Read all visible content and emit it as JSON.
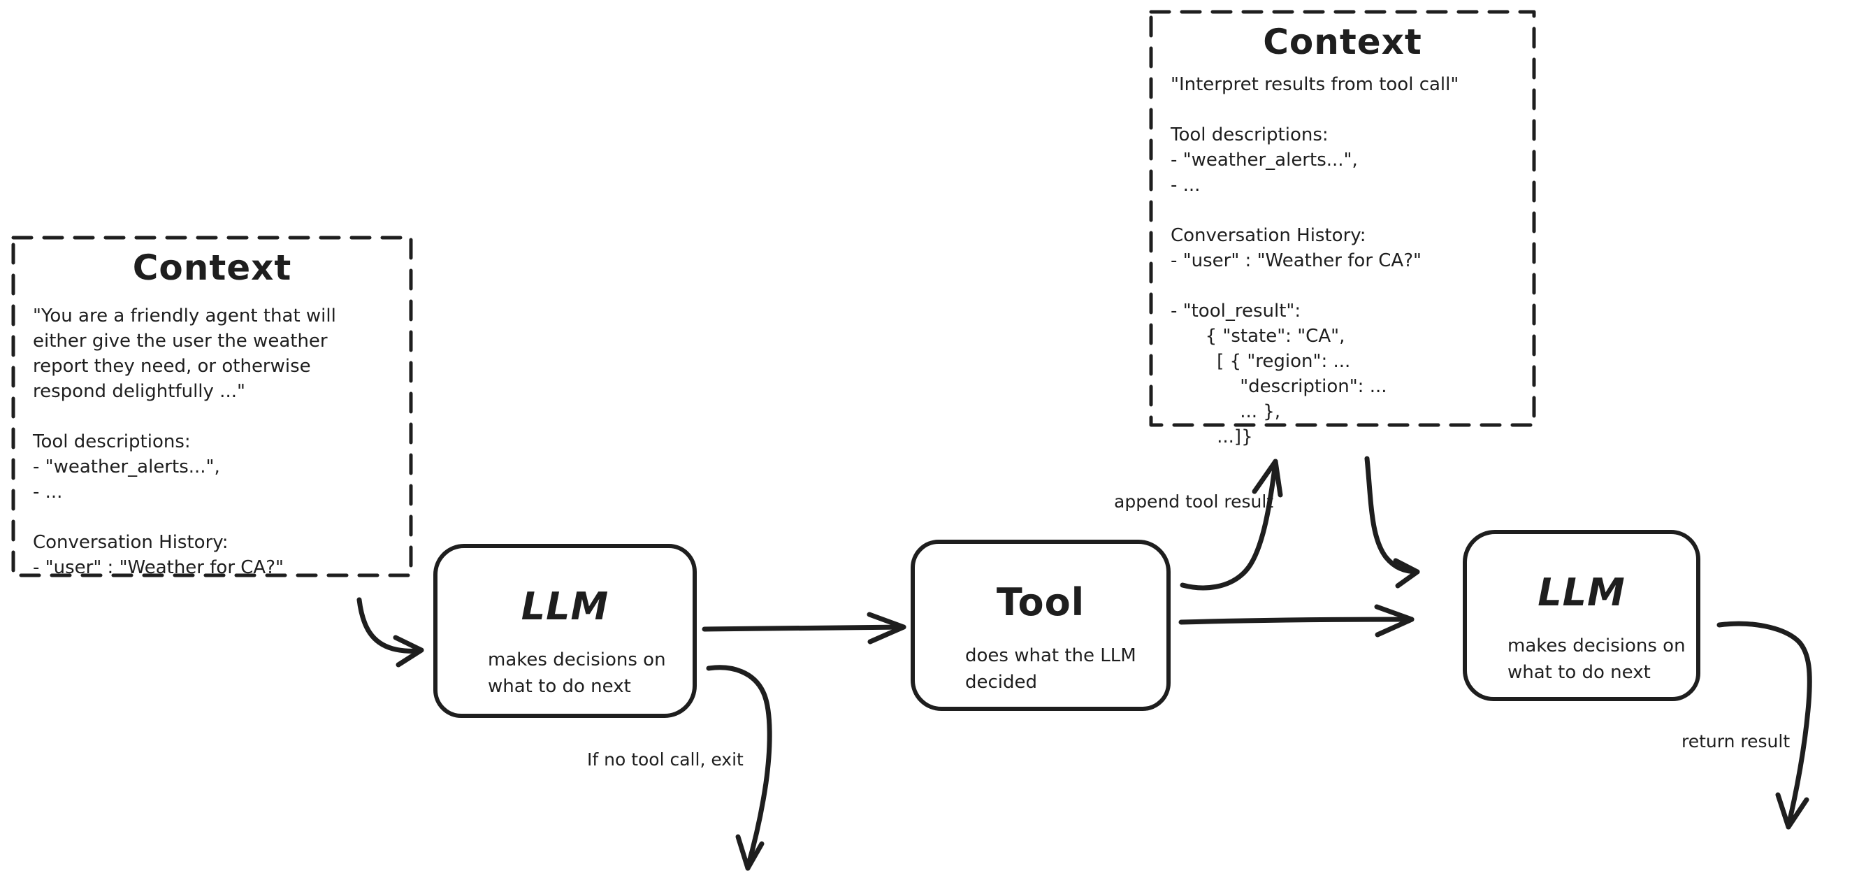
{
  "diagram": {
    "ink_color": "#1e1e1e",
    "background_color": "#ffffff"
  },
  "context_left": {
    "title": "Context",
    "lines": [
      "\"You are a friendly agent that will",
      "either give the user the weather",
      "report they need, or otherwise",
      "respond delightfully ...\"",
      "",
      "Tool descriptions:",
      "- \"weather_alerts...\",",
      "- ...",
      "",
      "Conversation History:",
      "- \"user\" : \"Weather for CA?\""
    ]
  },
  "context_right": {
    "title": "Context",
    "lines": [
      "\"Interpret results from tool call\"",
      "",
      "Tool descriptions:",
      "- \"weather_alerts...\",",
      "- ...",
      "",
      "Conversation History:",
      "- \"user\" : \"Weather for CA?\"",
      "",
      "- \"tool_result\":",
      "      { \"state\": \"CA\",",
      "        [ { \"region\": ...",
      "            \"description\": ...",
      "            ... },",
      "        ...]}"
    ]
  },
  "nodes": {
    "llm1": {
      "title": "LLM",
      "description_lines": [
        "makes decisions on",
        "what to do next"
      ]
    },
    "tool": {
      "title": "Tool",
      "description_lines": [
        "does what the LLM",
        "decided"
      ]
    },
    "llm2": {
      "title": "LLM",
      "description_lines": [
        "makes decisions on",
        "what to do next"
      ]
    }
  },
  "edge_labels": {
    "append_tool_result": "append tool result",
    "if_no_tool_call_exit": "If no tool call, exit",
    "return_result": "return result"
  }
}
